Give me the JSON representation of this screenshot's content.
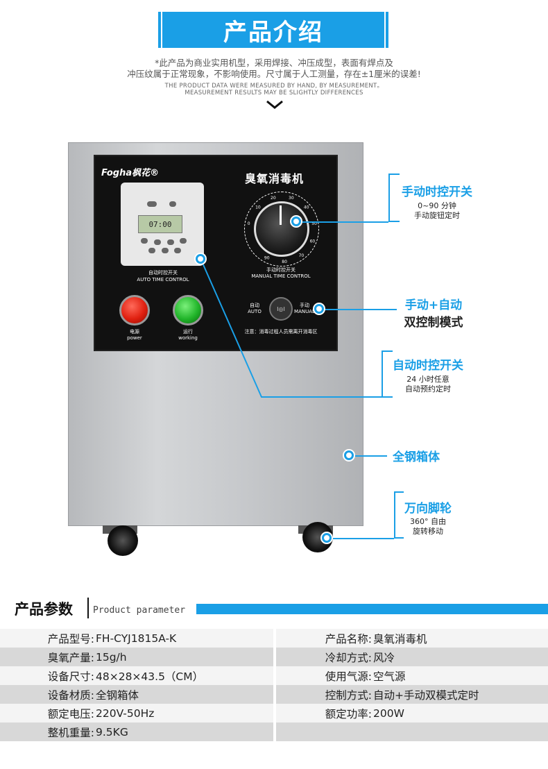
{
  "header": {
    "title": "产品介绍",
    "notice_cn_line1": "*此产品为商业实用机型，采用焊接、冲压成型，表面有焊点及",
    "notice_cn_line2": "冲压纹属于正常现象，不影响使用。尺寸属于人工测量，存在±1厘米的误差!",
    "notice_en_line1": "THE PRODUCT DATA WERE MEASURED BY HAND, BY MEASUREMENT。",
    "notice_en_line2": "MEASUREMENT RESULTS MAY BE SLIGHTLY DIFFERENCES"
  },
  "machine": {
    "brand": "Fogha枫花®",
    "name": "臭氧消毒机",
    "timer_display": "07:00",
    "auto_label_cn": "自动时控开关",
    "auto_label_en": "AUTO TIME CONTROL",
    "manual_label_cn": "手动时控开关",
    "manual_label_en": "MANUAL TIME CONTROL",
    "power_cn": "电源",
    "power_en": "power",
    "working_cn": "运行",
    "working_en": "working",
    "switch_auto_cn": "自动",
    "switch_auto_en": "AUTO",
    "switch_manual_cn": "手动",
    "switch_manual_en": "MANUAL",
    "warning": "注意：消毒过程人员需离开消毒区",
    "dial_numbers": [
      "0",
      "10",
      "20",
      "30",
      "40",
      "50",
      "60",
      "70",
      "80",
      "90"
    ]
  },
  "callouts": {
    "manual_timer": {
      "title": "手动时控开关",
      "line1": "0~90 分钟",
      "line2": "手动旋钮定时"
    },
    "mode": {
      "title": "手动+自动",
      "line1": "双控制模式"
    },
    "auto_timer": {
      "title": "自动时控开关",
      "line1": "24 小时任意",
      "line2": "自动预约定时"
    },
    "body": {
      "title": "全钢箱体"
    },
    "wheels": {
      "title": "万向脚轮",
      "line1": "360° 自由",
      "line2": "旋转移动"
    }
  },
  "params": {
    "title": "产品参数",
    "subtitle": "Product parameter",
    "rows": [
      {
        "l_label": "产品型号:",
        "l_value": "FH-CYJ1815A-K",
        "r_label": "产品名称:",
        "r_value": "臭氧消毒机"
      },
      {
        "l_label": "臭氧产量:",
        "l_value": "15g/h",
        "r_label": "冷却方式:",
        "r_value": "风冷"
      },
      {
        "l_label": "设备尺寸:",
        "l_value": "48×28×43.5（CM）",
        "r_label": "使用气源:",
        "r_value": "空气源"
      },
      {
        "l_label": "设备材质:",
        "l_value": "全钢箱体",
        "r_label": "控制方式:",
        "r_value": "自动+手动双模式定时"
      },
      {
        "l_label": "额定电压:",
        "l_value": "220V-50Hz",
        "r_label": "额定功率:",
        "r_value": "200W"
      },
      {
        "l_label": "整机重量:",
        "l_value": "9.5KG",
        "r_label": "",
        "r_value": ""
      }
    ]
  }
}
